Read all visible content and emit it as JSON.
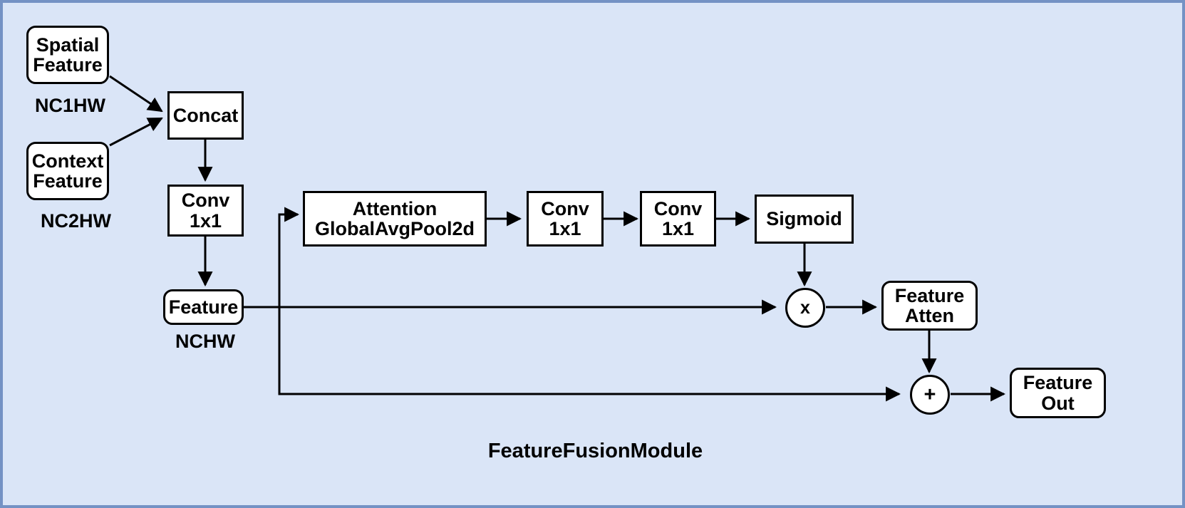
{
  "diagram": {
    "title": "FeatureFusionModule",
    "background_color": "#dae5f7",
    "border_color": "#7492c4",
    "node_fill": "#ffffff",
    "node_stroke": "#000000",
    "nodes": {
      "spatial_feature": "Spatial\nFeature",
      "context_feature": "Context\nFeature",
      "concat": "Concat",
      "conv1x1_a": "Conv\n1x1",
      "feature": "Feature",
      "attention": "Attention\nGlobalAvgPool2d",
      "conv1x1_b": "Conv\n1x1",
      "conv1x1_c": "Conv\n1x1",
      "sigmoid": "Sigmoid",
      "multiply": "x",
      "feature_atten": "Feature\nAtten",
      "add": "+",
      "feature_out": "Feature\nOut"
    },
    "shape_labels": {
      "spatial_feature_shape": "NC1HW",
      "context_feature_shape": "NC2HW",
      "feature_shape": "NCHW"
    }
  }
}
